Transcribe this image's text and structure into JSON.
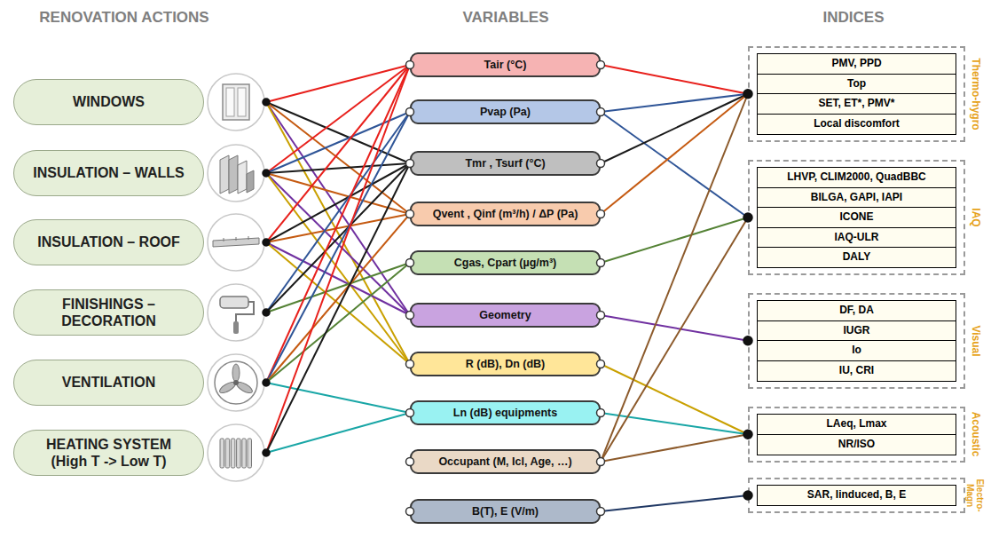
{
  "diagram": {
    "nodes": [
      {
        "text": [
          "WINDOWS"
        ]
      },
      {
        "text": [
          "INSULATION – WALLS"
        ]
      },
      {
        "text": [
          "INSULATION – ROOF"
        ]
      },
      {
        "text": [
          "FINISHINGS – DECORATION"
        ]
      },
      {
        "text": [
          "VENTILATION"
        ]
      },
      {
        "text": [
          "HEATING SYSTEM (High T -> Low T)"
        ]
      },
      {
        "text": [
          "Tair (°C)"
        ]
      },
      {
        "text": [
          "Pvap (Pa)"
        ]
      },
      {
        "text": [
          "Tmr , Tsurf (°C)"
        ]
      },
      {
        "text": [
          "Qvent , Qinf (m³/h) / ΔP (Pa)"
        ]
      },
      {
        "text": [
          "Cgas, Cpart (µg/m³)"
        ]
      },
      {
        "text": [
          "Geometry"
        ]
      },
      {
        "text": [
          "R (dB), Dn (dB)"
        ]
      },
      {
        "text": [
          "Ln (dB) equipments"
        ]
      },
      {
        "text": [
          "Occupant (M, Icl, Age, …)"
        ]
      },
      {
        "text": [
          "B(T), E (V/m)"
        ]
      },
      {
        "text": [
          "Thermo-hygro"
        ]
      },
      {
        "text": [
          "PMV, PPD"
        ],
        "in": 16
      },
      {
        "text": [
          "Top"
        ],
        "in": 16
      },
      {
        "text": [
          "SET, ET*, PMV*"
        ],
        "in": 16
      },
      {
        "text": [
          "Local discomfort"
        ],
        "in": 16
      },
      {
        "text": [
          "IAQ"
        ]
      },
      {
        "text": [
          "LHVP, CLIM2000, QuadBBC"
        ],
        "in": 21
      },
      {
        "text": [
          "BILGA, GAPI, IAPI"
        ],
        "in": 21
      },
      {
        "text": [
          "ICONE"
        ],
        "in": 21
      },
      {
        "text": [
          "IAQ-ULR"
        ],
        "in": 21
      },
      {
        "text": [
          "DALY"
        ],
        "in": 21
      },
      {
        "text": [
          "Visual"
        ]
      },
      {
        "text": [
          "DF, DA"
        ],
        "in": 27
      },
      {
        "text": [
          "IUGR"
        ],
        "in": 27
      },
      {
        "text": [
          "Io"
        ],
        "in": 27
      },
      {
        "text": [
          "IU, CRI"
        ],
        "in": 27
      },
      {
        "text": [
          "Acoustic"
        ]
      },
      {
        "text": [
          "LAeq, Lmax"
        ],
        "in": 32
      },
      {
        "text": [
          "NR/ISO"
        ],
        "in": 32
      },
      {
        "text": [
          "Electro- Magn"
        ]
      },
      {
        "text": [
          "SAR, Iinduced, B, E"
        ],
        "in": 35
      }
    ],
    "edges": [
      {
        "from": 0,
        "to": 6,
        "arrow": "none"
      },
      {
        "from": 0,
        "to": 8,
        "arrow": "none"
      },
      {
        "from": 0,
        "to": 9,
        "arrow": "none"
      },
      {
        "from": 0,
        "to": 11,
        "arrow": "none"
      },
      {
        "from": 0,
        "to": 12,
        "arrow": "none"
      },
      {
        "from": 1,
        "to": 6,
        "arrow": "none"
      },
      {
        "from": 1,
        "to": 7,
        "arrow": "none"
      },
      {
        "from": 1,
        "to": 8,
        "arrow": "none"
      },
      {
        "from": 1,
        "to": 9,
        "arrow": "none"
      },
      {
        "from": 1,
        "to": 11,
        "arrow": "none"
      },
      {
        "from": 1,
        "to": 12,
        "arrow": "none"
      },
      {
        "from": 2,
        "to": 6,
        "arrow": "none"
      },
      {
        "from": 2,
        "to": 8,
        "arrow": "none"
      },
      {
        "from": 2,
        "to": 9,
        "arrow": "none"
      },
      {
        "from": 2,
        "to": 11,
        "arrow": "none"
      },
      {
        "from": 2,
        "to": 12,
        "arrow": "none"
      },
      {
        "from": 3,
        "to": 7,
        "arrow": "none"
      },
      {
        "from": 3,
        "to": 8,
        "arrow": "none"
      },
      {
        "from": 3,
        "to": 10,
        "arrow": "none"
      },
      {
        "from": 4,
        "to": 6,
        "arrow": "none"
      },
      {
        "from": 4,
        "to": 7,
        "arrow": "none"
      },
      {
        "from": 4,
        "to": 9,
        "arrow": "none"
      },
      {
        "from": 4,
        "to": 10,
        "arrow": "none"
      },
      {
        "from": 4,
        "to": 13,
        "arrow": "none"
      },
      {
        "from": 5,
        "to": 6,
        "arrow": "none"
      },
      {
        "from": 5,
        "to": 8,
        "arrow": "none"
      },
      {
        "from": 5,
        "to": 13,
        "arrow": "none"
      },
      {
        "from": 6,
        "to": 16,
        "arrow": "none"
      },
      {
        "from": 7,
        "to": 16,
        "arrow": "none"
      },
      {
        "from": 7,
        "to": 21,
        "arrow": "none"
      },
      {
        "from": 8,
        "to": 16,
        "arrow": "none"
      },
      {
        "from": 9,
        "to": 16,
        "arrow": "none"
      },
      {
        "from": 10,
        "to": 21,
        "arrow": "none"
      },
      {
        "from": 11,
        "to": 27,
        "arrow": "none"
      },
      {
        "from": 12,
        "to": 32,
        "arrow": "none"
      },
      {
        "from": 13,
        "to": 32,
        "arrow": "none"
      },
      {
        "from": 14,
        "to": 16,
        "arrow": "none"
      },
      {
        "from": 14,
        "to": 21,
        "arrow": "none"
      },
      {
        "from": 14,
        "to": 32,
        "arrow": "none"
      },
      {
        "from": 15,
        "to": 35,
        "arrow": "none"
      }
    ],
    "labels": [
      "RENOVATION ACTIONS",
      "VARIABLES",
      "INDICES"
    ]
  }
}
